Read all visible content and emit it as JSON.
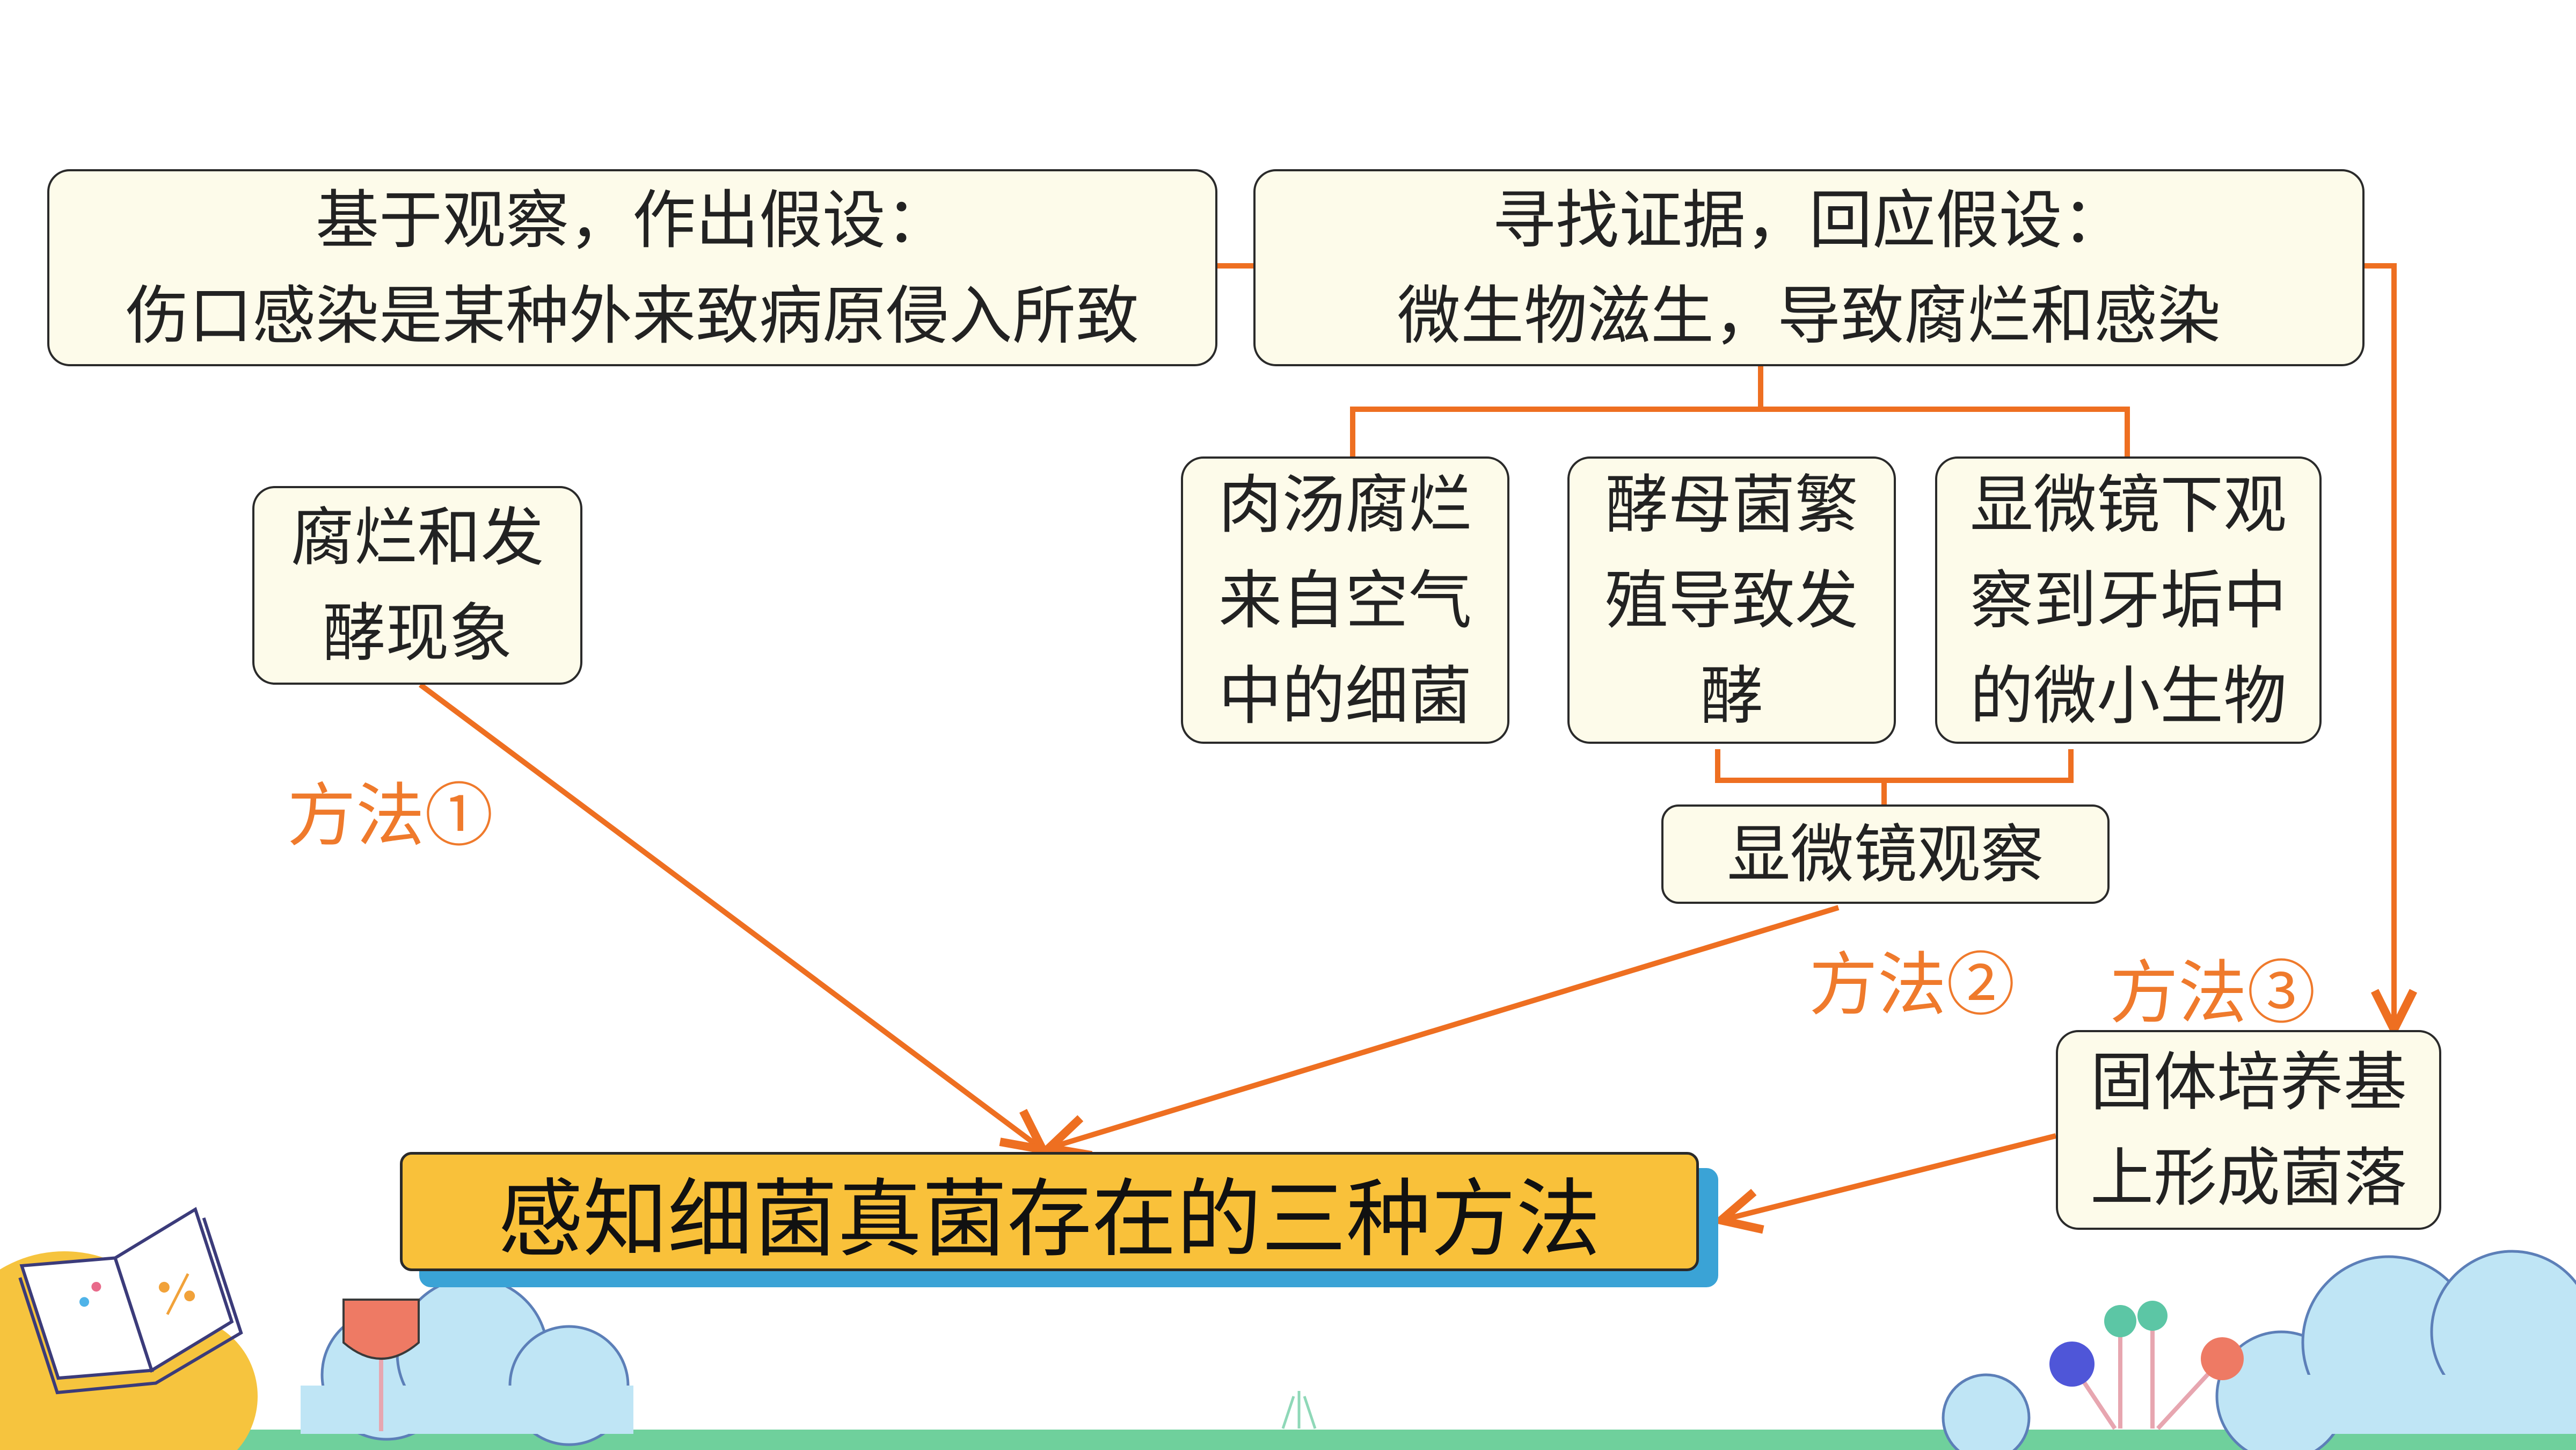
{
  "hypothesis": {
    "line1": "基于观察，作出假设：",
    "line2": "伤口感染是某种外来致病原侵入所致"
  },
  "evidence": {
    "line1": "寻找证据，回应假设：",
    "line2": "微生物滋生，导致腐烂和感染"
  },
  "phenomenon": {
    "line1": "腐烂和发",
    "line2": "酵现象"
  },
  "broth": {
    "line1": "肉汤腐烂",
    "line2": "来自空气",
    "line3": "中的细菌"
  },
  "yeast": {
    "line1": "酵母菌繁",
    "line2": "殖导致发",
    "line3": "酵"
  },
  "microscope_obs": {
    "line1": "显微镜下观",
    "line2": "察到牙垢中",
    "line3": "的微小生物"
  },
  "microscope": {
    "label": "显微镜观察"
  },
  "culture": {
    "line1": "固体培养基",
    "line2": "上形成菌落"
  },
  "methods": {
    "m1": "方法①",
    "m2": "方法②",
    "m3": "方法③"
  },
  "title": "感知细菌真菌存在的三种方法",
  "colors": {
    "connector": "#ee6f21",
    "box_fill": "#fdfbea",
    "title_fill": "#f9c13a",
    "title_shadow": "#3aa3d6",
    "method_text": "#ef7a2c"
  }
}
